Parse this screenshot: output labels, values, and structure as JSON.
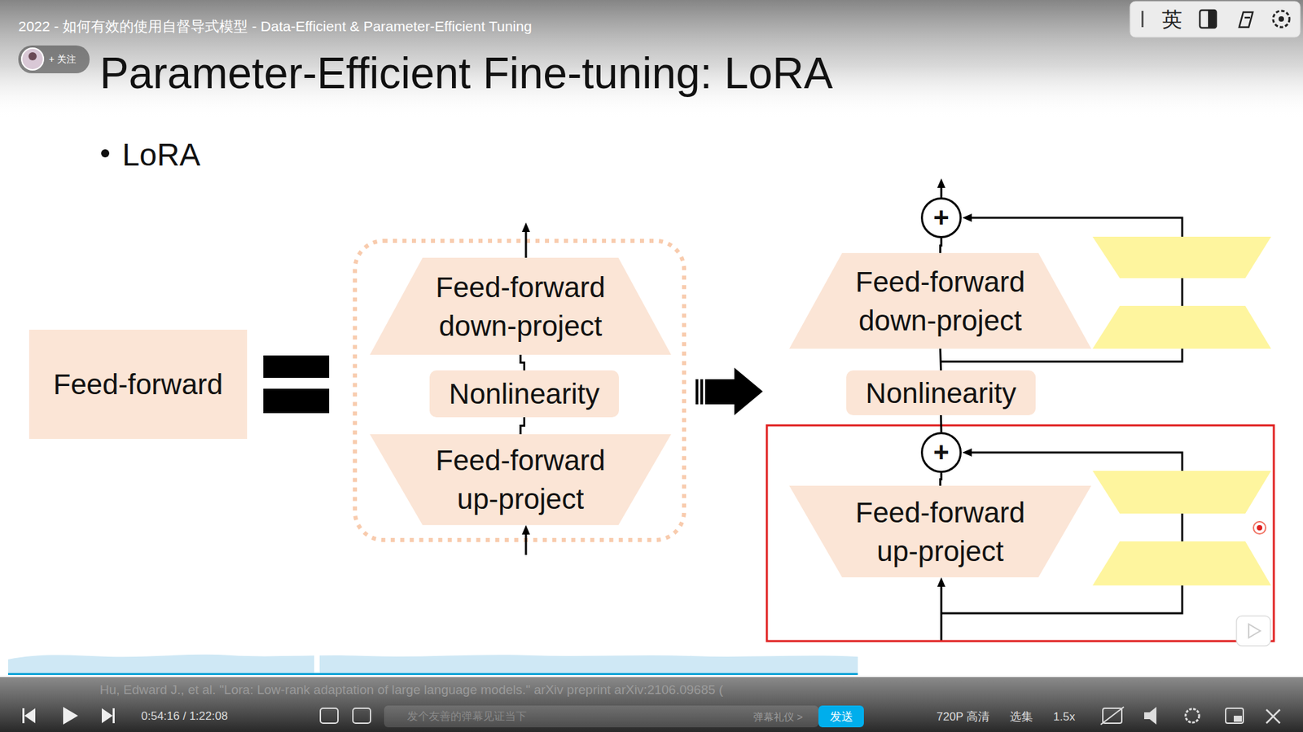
{
  "diagram": {
    "title": "Parameter-Efficient Fine-tuning: LoRA",
    "nodes": [
      {
        "text": [
          "Feed-forward"
        ]
      },
      {
        "text": [
          "Feed-forward down-project"
        ]
      },
      {
        "text": [
          "Nonlinearity"
        ]
      },
      {
        "text": [
          "Feed-forward up-project"
        ]
      },
      {
        "text": [
          "+"
        ]
      },
      {
        "text": [
          "Feed-forward down-project"
        ]
      },
      {
        "text": [
          "Nonlinearity"
        ]
      },
      {
        "text": [
          "+"
        ]
      },
      {
        "text": [
          "Feed-forward up-project"
        ]
      }
    ],
    "edges": [
      {
        "from": 3,
        "to": 2,
        "arrow": "none"
      },
      {
        "from": 2,
        "to": 1,
        "arrow": "none"
      },
      {
        "from": 8,
        "to": 7,
        "arrow": "none"
      },
      {
        "from": 7,
        "to": 6,
        "arrow": "none"
      },
      {
        "from": 6,
        "to": 5,
        "arrow": "none"
      },
      {
        "from": 5,
        "to": 4,
        "arrow": "none"
      }
    ],
    "labels": [
      "2022 - 如何有效的使用自督导式模型 - Data-Efficient & Parameter-Efficient Tuning",
      "+ 关注",
      "英",
      "LoRA",
      "Hu, Edward J., et al. \"Lora: Low-rank adaptation of large language models.\" arXiv preprint arXiv:2106.09685 (",
      "0:54:16 / 1:22:08",
      "发个友善的弹幕见证当下",
      "弹幕礼仪 >",
      "发送",
      "720P 高清",
      "选集",
      "1.5x"
    ]
  }
}
